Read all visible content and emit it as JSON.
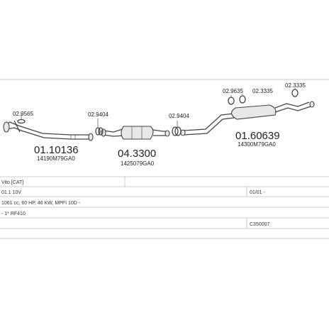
{
  "parts": {
    "front_pipe": {
      "code": "01.10136",
      "oem": "14190M79GA0",
      "accessory": "02.9565"
    },
    "catalyst": {
      "code": "04.3300",
      "oem": "1425079GA0",
      "accessory": "02.9404"
    },
    "connector_clamp": {
      "accessory": "02.9404"
    },
    "rear_silencer": {
      "code": "01.60639",
      "oem": "14300M79GA0",
      "accessories": [
        "02.9635",
        "02.3335",
        "02.3335"
      ]
    }
  },
  "table": {
    "rows": [
      {
        "left": "Vito  [CAT]",
        "right": ""
      },
      {
        "left": "01.1 10V",
        "right": "01/01 -"
      },
      {
        "left": "1061 cc, 60 HP, 46 KW, MPFI 10D -",
        "right": ""
      },
      {
        "left": "- 1* RF410",
        "right": ""
      },
      {
        "left": "",
        "right": "C350007"
      }
    ]
  }
}
